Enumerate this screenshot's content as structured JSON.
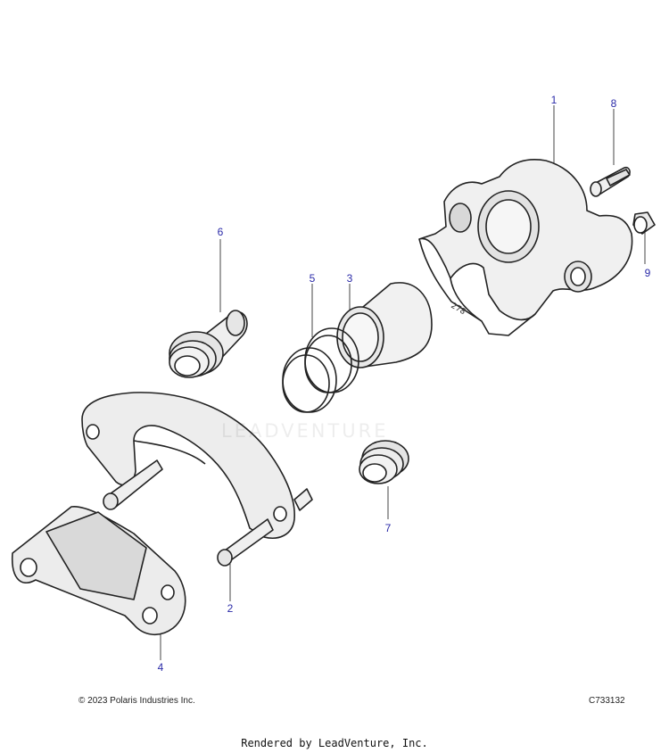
{
  "diagram": {
    "callouts": {
      "c1": "1",
      "c2": "2",
      "c3": "3",
      "c4": "4",
      "c5": "5",
      "c6": "6",
      "c7": "7",
      "c8": "8",
      "c9": "9"
    },
    "watermark": "LEADVENTURE"
  },
  "footer": {
    "copyright": "© 2023 Polaris Industries Inc.",
    "diagram_code": "C733132",
    "rendered_by": "Rendered by LeadVenture, Inc."
  },
  "colors": {
    "callout_text": "#2a2aa8",
    "part_fill": "#efefef",
    "part_stroke": "#222222"
  }
}
